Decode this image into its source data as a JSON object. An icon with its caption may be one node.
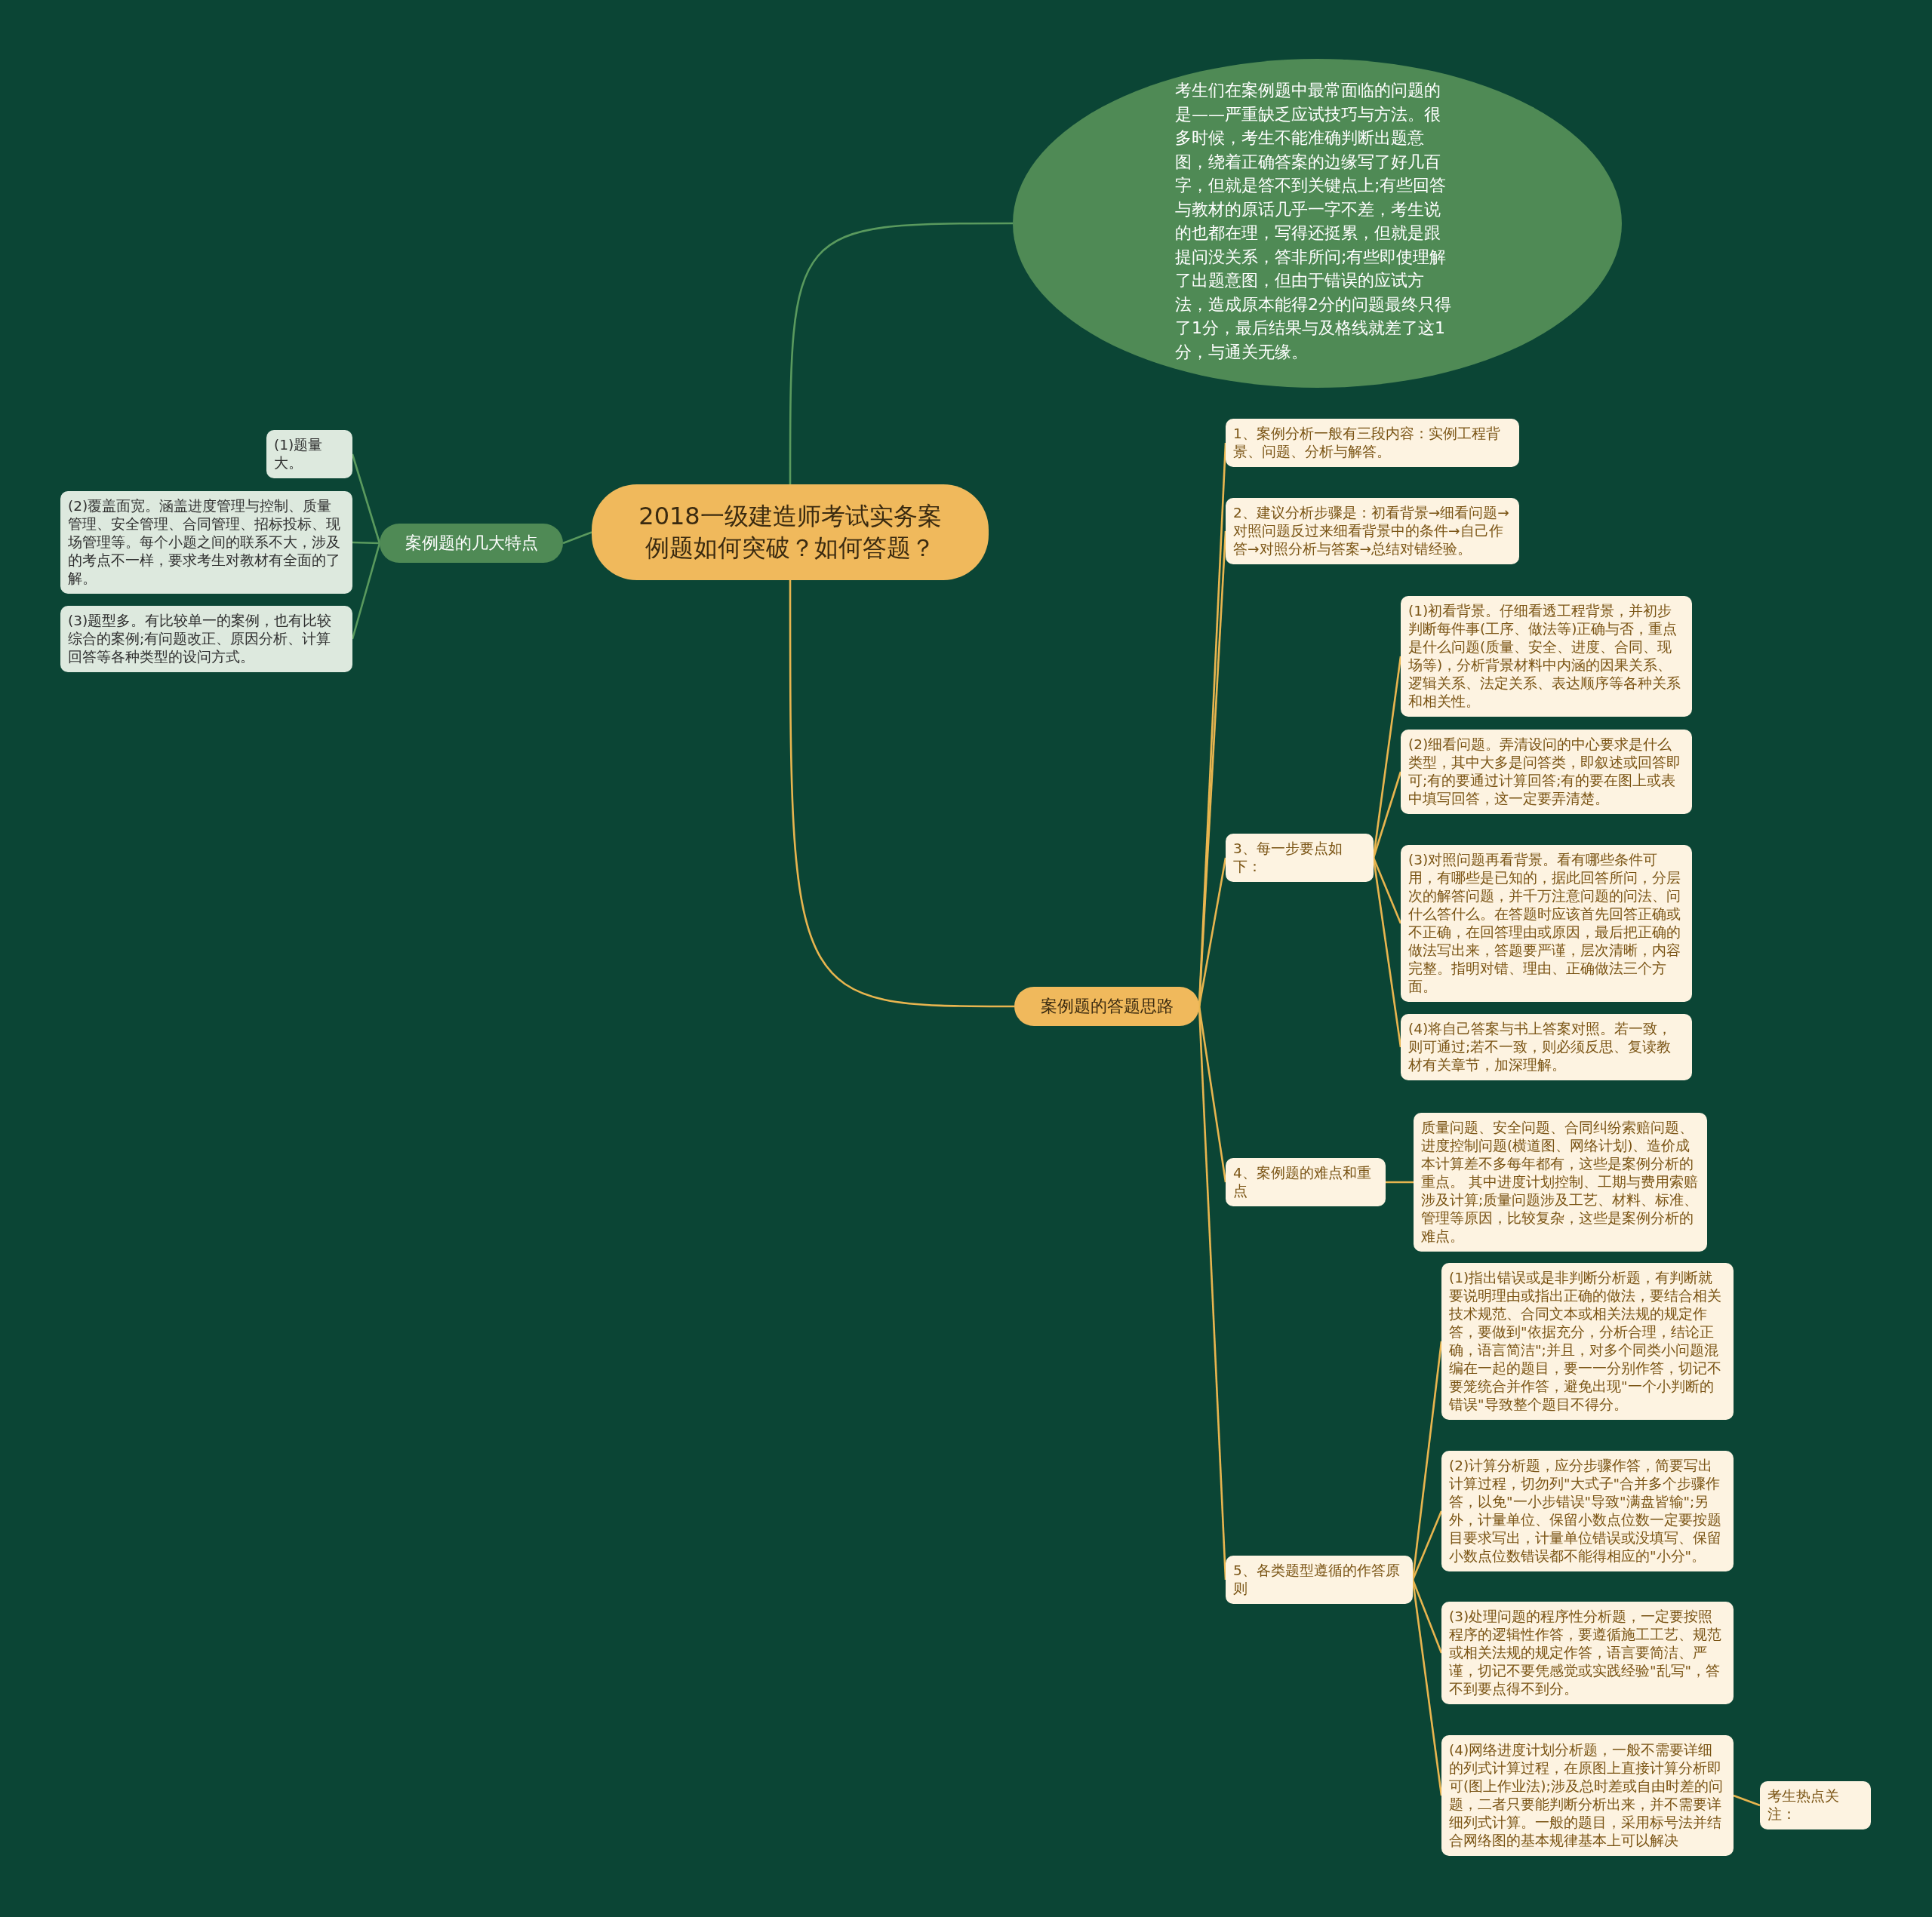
{
  "diagram": {
    "nodes": [
      {
        "text": [
          "2018一级建造师考试实务案例题如何突破？如何答题？"
        ]
      },
      {
        "text": [
          "考生们在案例题中最常面临的问题的是——严重缺乏应试技巧与方法。很多时候，考生不能准确判断出题意图，绕着正确答案的边缘写了好几百字，但就是答不到关键点上;有些回答与教材的原话几乎一字不差，考生说的也都在理，写得还挺累，但就是跟提问没关系，答非所问;有些即使理解了出题意图，但由于错误的应试方法，造成原本能得2分的问题最终只得了1分，最后结果与及格线就差了这1分，与通关无缘。"
        ]
      },
      {
        "text": [
          "案例题的几大特点"
        ]
      },
      {
        "text": [
          "(1)题量大。"
        ]
      },
      {
        "text": [
          "(2)覆盖面宽。涵盖进度管理与控制、质量管理、安全管理、合同管理、招标投标、现场管理等。每个小题之间的联系不大，涉及的考点不一样，要求考生对教材有全面的了解。"
        ]
      },
      {
        "text": [
          "(3)题型多。有比较单一的案例，也有比较综合的案例;有问题改正、原因分析、计算回答等各种类型的设问方式。"
        ]
      },
      {
        "text": [
          "案例题的答题思路"
        ]
      },
      {
        "text": [
          "1、案例分析一般有三段内容：实例工程背景、问题、分析与解答。"
        ]
      },
      {
        "text": [
          "2、建议分析步骤是：初看背景→细看问题→对照问题反过来细看背景中的条件→自己作答→对照分析与答案→总结对错经验。"
        ]
      },
      {
        "text": [
          "3、每一步要点如下："
        ]
      },
      {
        "text": [
          "(1)初看背景。仔细看透工程背景，并初步判断每件事(工序、做法等)正确与否，重点是什么问题(质量、安全、进度、合同、现场等)，分析背景材料中内涵的因果关系、逻辑关系、法定关系、表达顺序等各种关系和相关性。"
        ]
      },
      {
        "text": [
          "(2)细看问题。弄清设问的中心要求是什么类型，其中大多是问答类，即叙述或回答即可;有的要通过计算回答;有的要在图上或表中填写回答，这一定要弄清楚。"
        ]
      },
      {
        "text": [
          "(3)对照问题再看背景。看有哪些条件可用，有哪些是已知的，据此回答所问，分层次的解答问题，并千万注意问题的问法、问什么答什么。在答题时应该首先回答正确或不正确，在回答理由或原因，最后把正确的做法写出来，答题要严谨，层次清晰，内容完整。指明对错、理由、正确做法三个方面。"
        ]
      },
      {
        "text": [
          "(4)将自己答案与书上答案对照。若一致，则可通过;若不一致，则必须反思、复读教材有关章节，加深理解。"
        ]
      },
      {
        "text": [
          "4、案例题的难点和重点"
        ]
      },
      {
        "text": [
          "质量问题、安全问题、合同纠纷索赔问题、进度控制问题(横道图、网络计划)、造价成本计算差不多每年都有，这些是案例分析的重点。 其中进度计划控制、工期与费用索赔涉及计算;质量问题涉及工艺、材料、标准、管理等原因，比较复杂，这些是案例分析的难点。"
        ]
      },
      {
        "text": [
          "5、各类题型遵循的作答原则"
        ]
      },
      {
        "text": [
          "(1)指出错误或是非判断分析题，有判断就要说明理由或指出正确的做法，要结合相关技术规范、合同文本或相关法规的规定作答，要做到\"依据充分，分析合理，结论正确，语言简洁\";并且，对多个同类小问题混编在一起的题目，要一一分别作答，切记不要笼统合并作答，避免出现\"一个小判断的错误\"导致整个题目不得分。"
        ]
      },
      {
        "text": [
          "(2)计算分析题，应分步骤作答，简要写出计算过程，切勿列\"大式子\"合并多个步骤作答，以免\"一小步错误\"导致\"满盘皆输\";另外，计量单位、保留小数点位数一定要按题目要求写出，计量单位错误或没填写、保留小数点位数错误都不能得相应的\"小分\"。"
        ]
      },
      {
        "text": [
          "(3)处理问题的程序性分析题，一定要按照程序的逻辑性作答，要遵循施工工艺、规范或相关法规的规定作答，语言要简洁、严谨，切记不要凭感觉或实践经验\"乱写\"，答不到要点得不到分。"
        ]
      },
      {
        "text": [
          "(4)网络进度计划分析题，一般不需要详细的列式计算过程，在原图上直接计算分析即可(图上作业法);涉及总时差或自由时差的问题，二者只要能判断分析出来，并不需要详细列式计算。一般的题目，采用标号法并结合网络图的基本规律基本上可以解决"
        ]
      },
      {
        "text": [
          "考生热点关注："
        ]
      }
    ],
    "edges": [
      {
        "from": 0,
        "to": 1,
        "arrow": "none",
        "color": "#5a9a5e"
      },
      {
        "from": 0,
        "to": 2,
        "arrow": "none",
        "color": "#5a9a5e"
      },
      {
        "from": 2,
        "to": 3,
        "arrow": "none",
        "color": "#5a9a5e"
      },
      {
        "from": 2,
        "to": 4,
        "arrow": "none",
        "color": "#5a9a5e"
      },
      {
        "from": 2,
        "to": 5,
        "arrow": "none",
        "color": "#5a9a5e"
      },
      {
        "from": 0,
        "to": 6,
        "arrow": "none"
      },
      {
        "from": 6,
        "to": 7,
        "arrow": "none"
      },
      {
        "from": 6,
        "to": 8,
        "arrow": "none"
      },
      {
        "from": 6,
        "to": 9,
        "arrow": "none"
      },
      {
        "from": 9,
        "to": 10,
        "arrow": "none"
      },
      {
        "from": 9,
        "to": 11,
        "arrow": "none"
      },
      {
        "from": 9,
        "to": 12,
        "arrow": "none"
      },
      {
        "from": 9,
        "to": 13,
        "arrow": "none"
      },
      {
        "from": 6,
        "to": 14,
        "arrow": "none"
      },
      {
        "from": 14,
        "to": 15,
        "arrow": "none"
      },
      {
        "from": 6,
        "to": 16,
        "arrow": "none"
      },
      {
        "from": 16,
        "to": 17,
        "arrow": "none"
      },
      {
        "from": 16,
        "to": 18,
        "arrow": "none"
      },
      {
        "from": 16,
        "to": 19,
        "arrow": "none"
      },
      {
        "from": 16,
        "to": 20,
        "arrow": "none"
      },
      {
        "from": 20,
        "to": 21,
        "arrow": "none"
      }
    ]
  }
}
